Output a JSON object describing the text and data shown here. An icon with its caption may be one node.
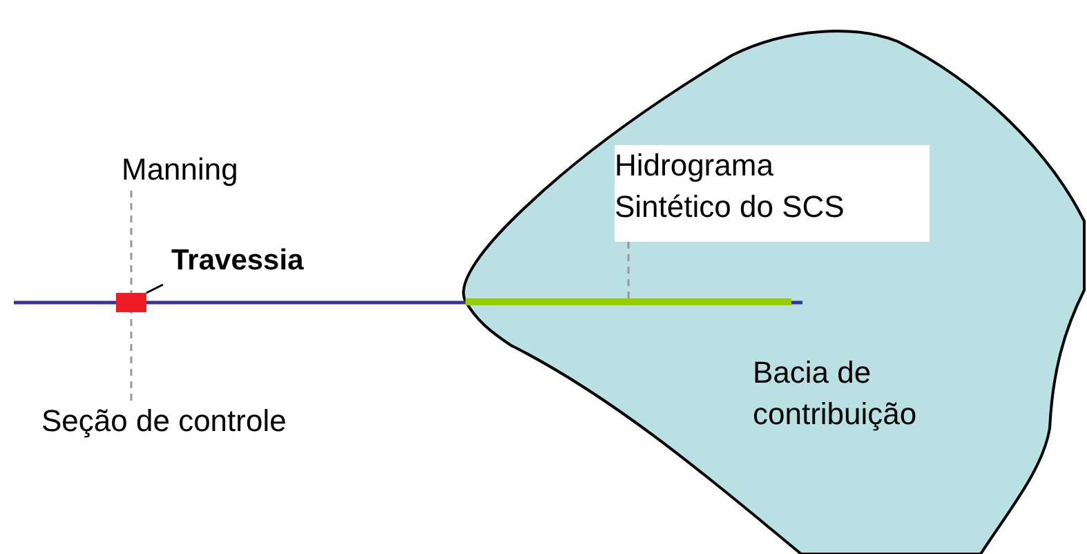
{
  "diagram": {
    "nodes": [
      {
        "text": [
          "Manning"
        ]
      },
      {
        "text": [
          "Travessia"
        ]
      },
      {
        "text": [],
        "shape": "box"
      },
      {
        "text": [
          "Seção de controle"
        ]
      },
      {
        "text": [
          "Bacia de contribuição"
        ]
      },
      {
        "text": [
          "Hidrograma Sintético do SCS"
        ],
        "in": 4
      },
      {
        "text": [],
        "shape": "bar",
        "in": 4
      }
    ],
    "edges": [
      {
        "from": 0,
        "to": 2,
        "arrow": "none",
        "style": "dashed"
      },
      {
        "from": 1,
        "to": 2,
        "arrow": "none",
        "color": "#000000"
      },
      {
        "from": 3,
        "to": 2,
        "arrow": "none",
        "style": "dashed"
      },
      {
        "from": 5,
        "to": 6,
        "arrow": "none",
        "style": "dashed"
      }
    ]
  }
}
